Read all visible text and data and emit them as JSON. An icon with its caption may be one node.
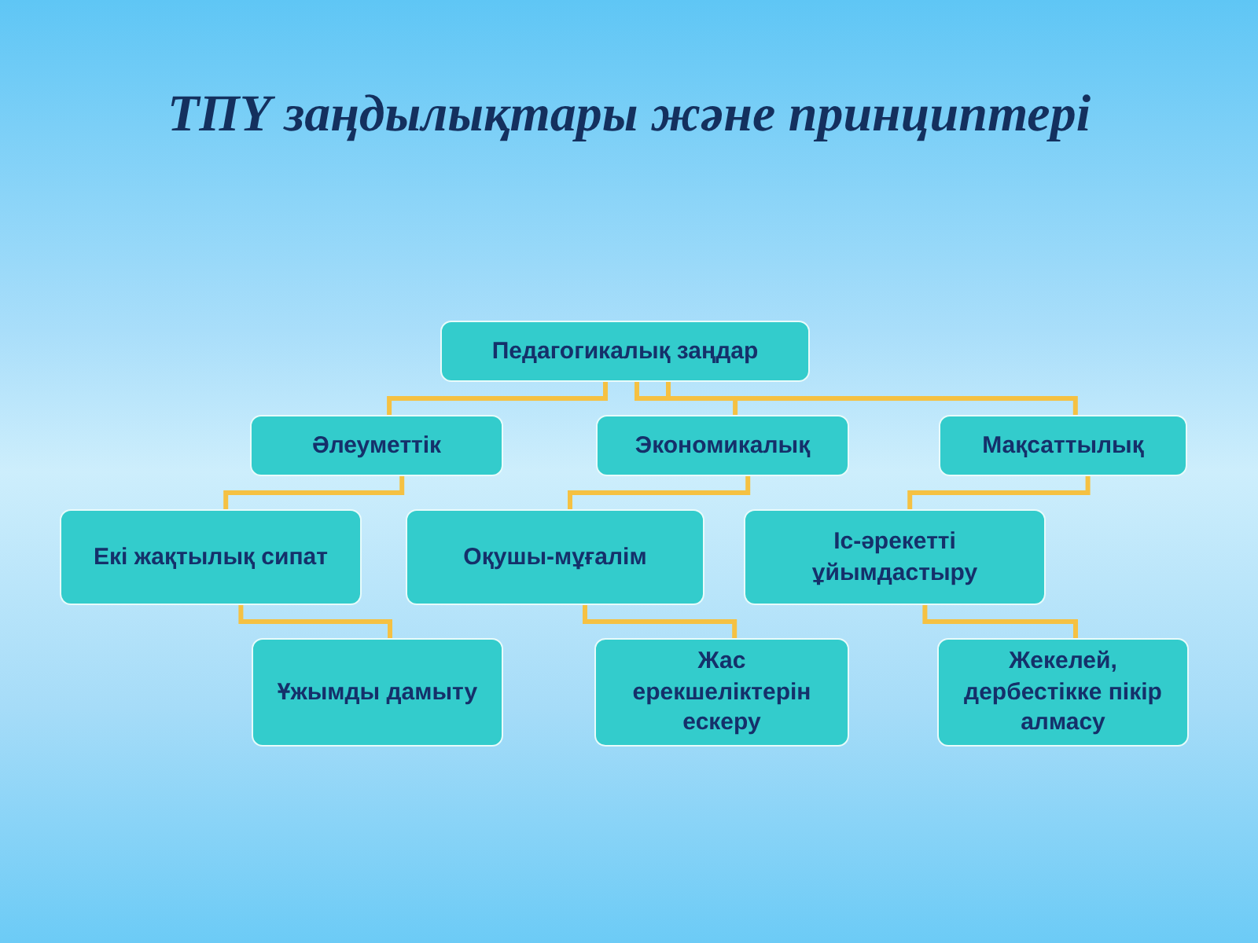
{
  "diagram": {
    "title": "ТПҮ заңдылықтары және принциптері",
    "nodes": [
      {
        "text": [
          "Педагогикалық заңдар"
        ]
      },
      {
        "text": [
          "Әлеуметтік"
        ]
      },
      {
        "text": [
          "Экономикалық"
        ]
      },
      {
        "text": [
          "Мақсаттылық"
        ]
      },
      {
        "text": [
          "Екі жақтылық сипат"
        ]
      },
      {
        "text": [
          "Оқушы-мұғалім"
        ]
      },
      {
        "text": [
          "Іс-әрекетті ұйымдастыру"
        ]
      },
      {
        "text": [
          "Ұжымды дамыту"
        ]
      },
      {
        "text": [
          "Жас ерекшеліктерін ескеру"
        ]
      },
      {
        "text": [
          "Жекелей, дербестікке пікір алмасу"
        ]
      }
    ],
    "edges": [
      {
        "from": 0,
        "to": 1,
        "arrow": "none"
      },
      {
        "from": 0,
        "to": 2,
        "arrow": "none"
      },
      {
        "from": 0,
        "to": 3,
        "arrow": "none"
      },
      {
        "from": 1,
        "to": 4,
        "arrow": "none"
      },
      {
        "from": 2,
        "to": 5,
        "arrow": "none"
      },
      {
        "from": 3,
        "to": 6,
        "arrow": "none"
      },
      {
        "from": 4,
        "to": 7,
        "arrow": "none"
      },
      {
        "from": 5,
        "to": 8,
        "arrow": "none"
      },
      {
        "from": 6,
        "to": 9,
        "arrow": "none"
      }
    ]
  }
}
